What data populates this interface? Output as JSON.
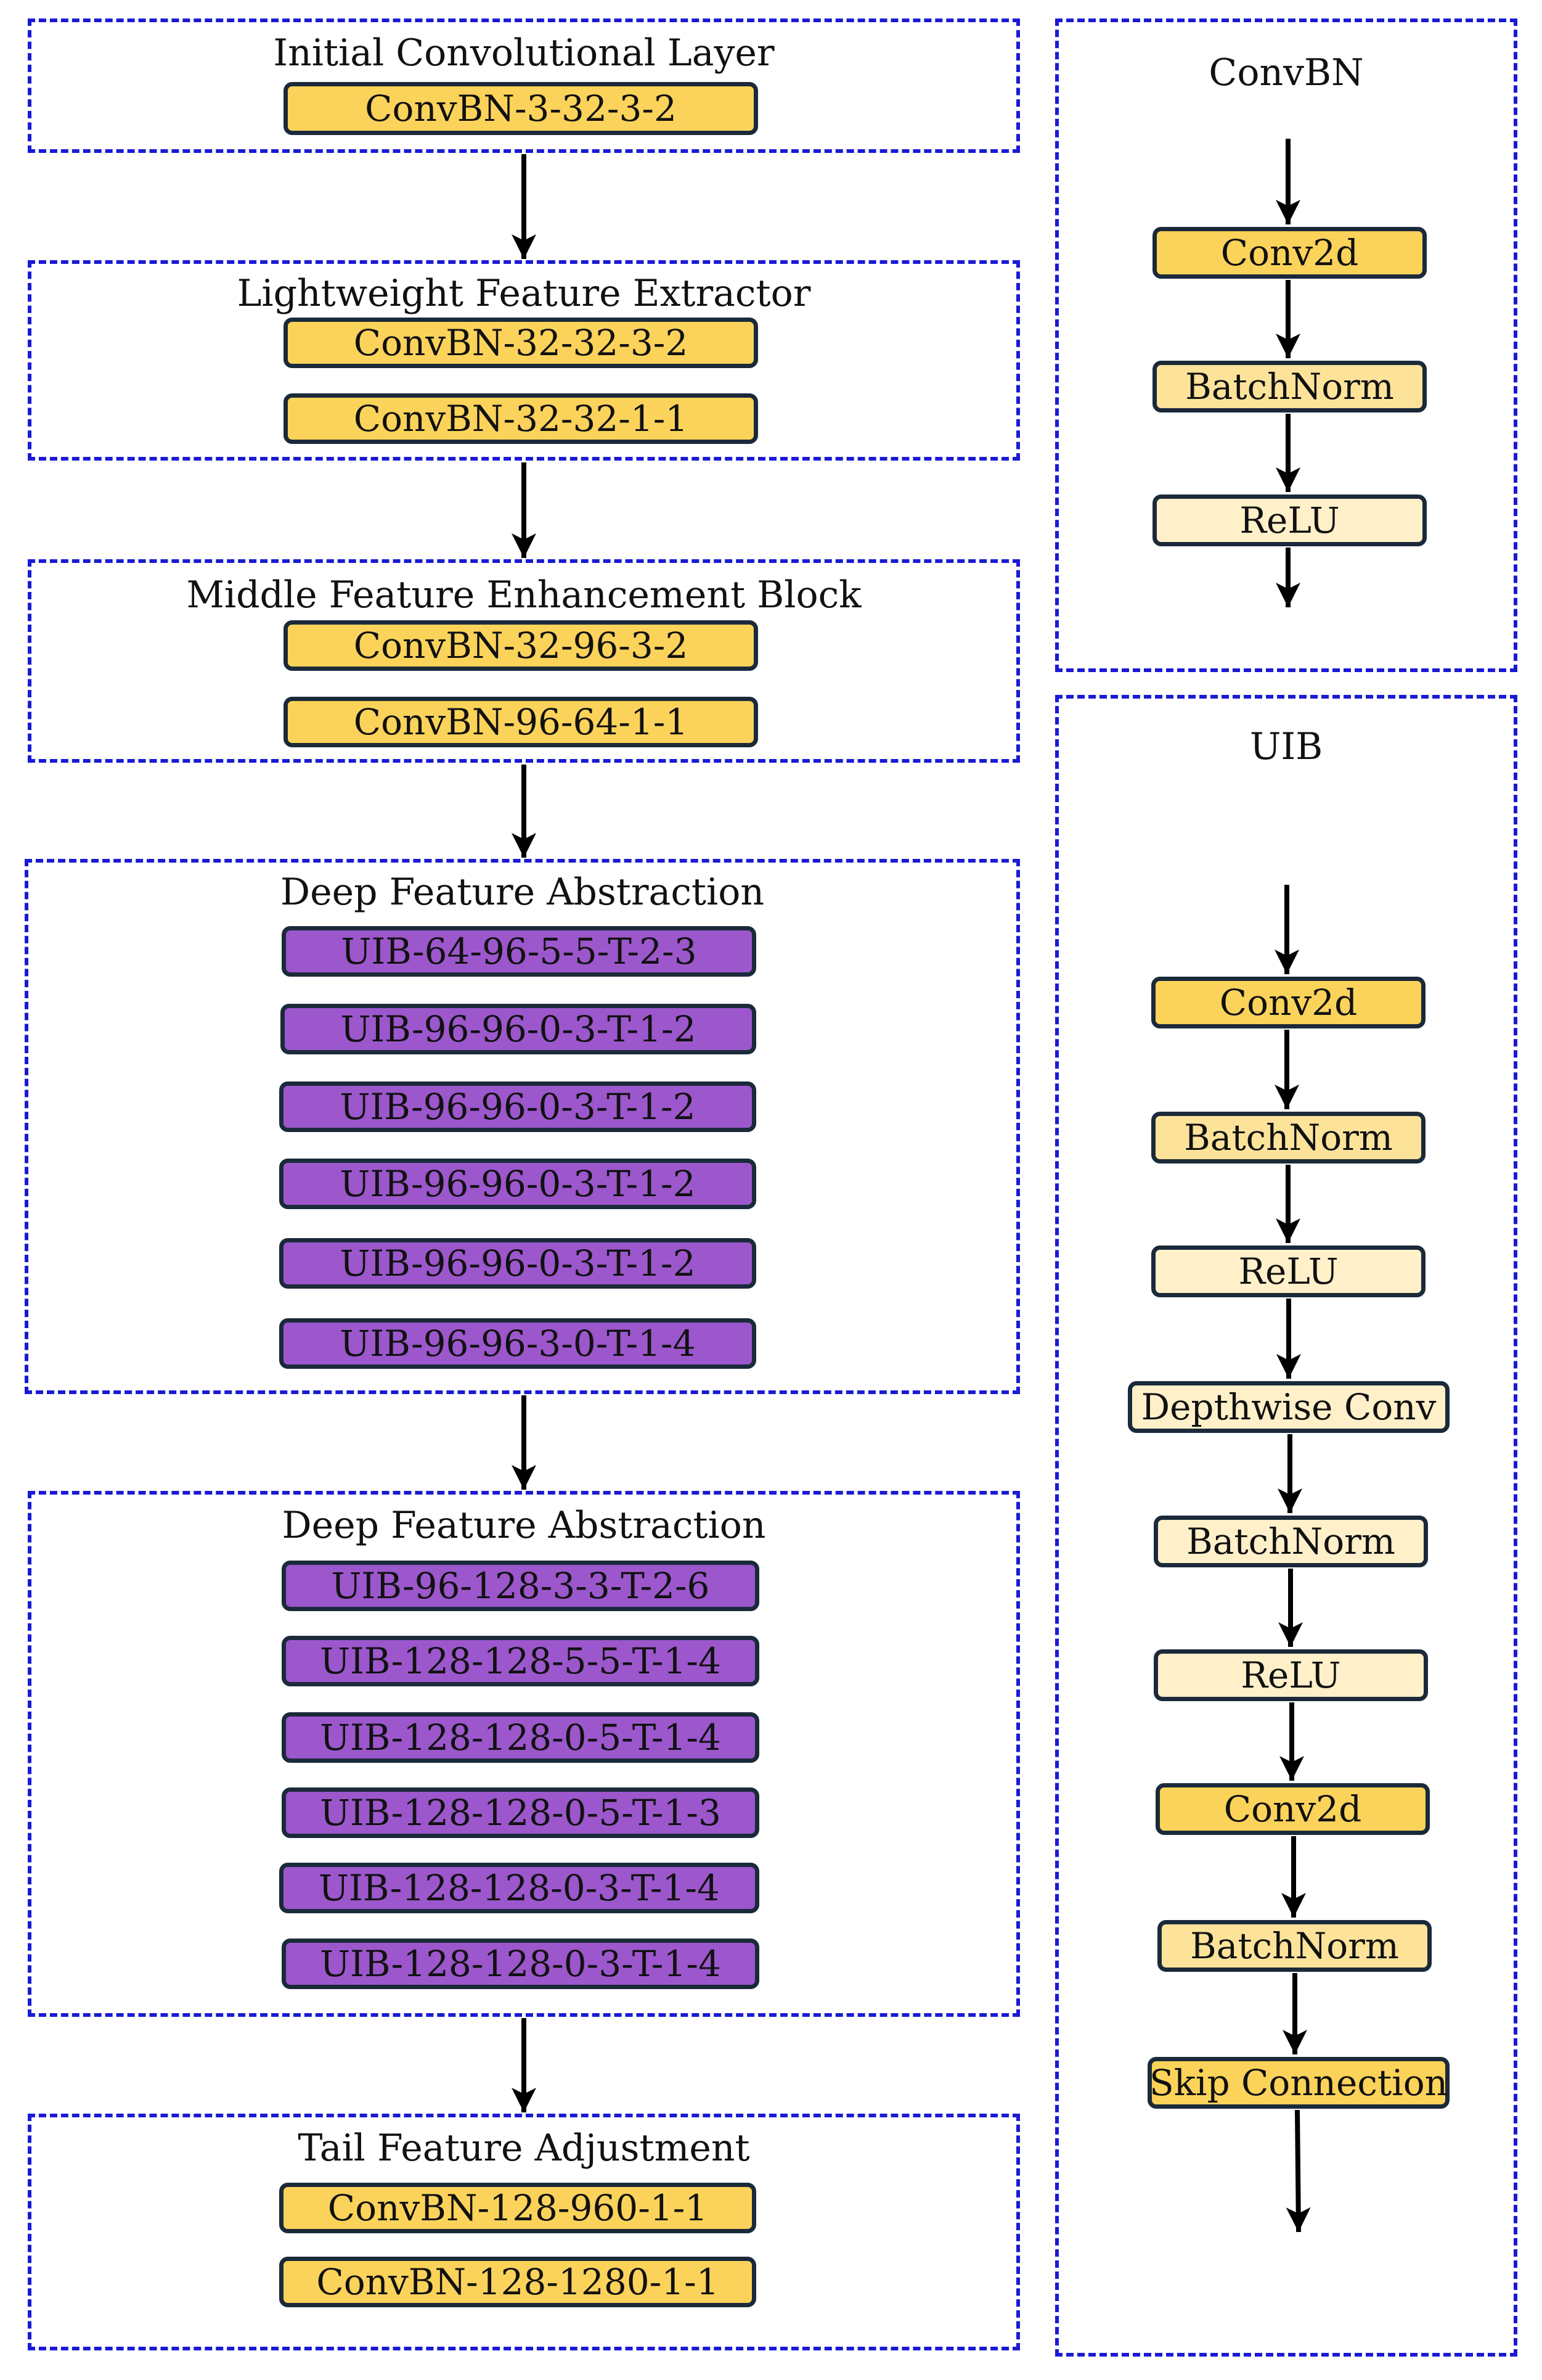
{
  "left_column": [
    {
      "title": "Initial Convolutional Layer",
      "blocks": [
        "ConvBN-3-32-3-2"
      ]
    },
    {
      "title": "Lightweight Feature Extractor",
      "blocks": [
        "ConvBN-32-32-3-2",
        "ConvBN-32-32-1-1"
      ]
    },
    {
      "title": "Middle Feature Enhancement Block",
      "blocks": [
        "ConvBN-32-96-3-2",
        "ConvBN-96-64-1-1"
      ]
    },
    {
      "title": "Deep Feature Abstraction",
      "blocks": [
        "UIB-64-96-5-5-T-2-3",
        "UIB-96-96-0-3-T-1-2",
        "UIB-96-96-0-3-T-1-2",
        "UIB-96-96-0-3-T-1-2",
        "UIB-96-96-0-3-T-1-2",
        "UIB-96-96-3-0-T-1-4"
      ]
    },
    {
      "title": "Deep Feature Abstraction",
      "blocks": [
        "UIB-96-128-3-3-T-2-6",
        "UIB-128-128-5-5-T-1-4",
        "UIB-128-128-0-5-T-1-4",
        "UIB-128-128-0-5-T-1-3",
        "UIB-128-128-0-3-T-1-4",
        "UIB-128-128-0-3-T-1-4"
      ]
    },
    {
      "title": "Tail Feature Adjustment",
      "blocks": [
        "ConvBN-128-960-1-1",
        "ConvBN-128-1280-1-1"
      ]
    }
  ],
  "convbn_panel": {
    "title": "ConvBN",
    "blocks": [
      "Conv2d",
      "BatchNorm",
      "ReLU"
    ]
  },
  "uib_panel": {
    "title": "UIB",
    "blocks": [
      "Conv2d",
      "BatchNorm",
      "ReLU",
      "Depthwise Conv",
      "BatchNorm",
      "ReLU",
      "Conv2d",
      "BatchNorm",
      "Skip Connection"
    ]
  },
  "colors": {
    "frame_border": "#1a1ad6",
    "block_border": "#1b2a3a",
    "convbn_fill": "#fcd35a",
    "uib_fill": "#9c57cd",
    "batchnorm_fill": "#fde39a",
    "relu_fill": "#fff0c9",
    "arrow": "#000000"
  }
}
